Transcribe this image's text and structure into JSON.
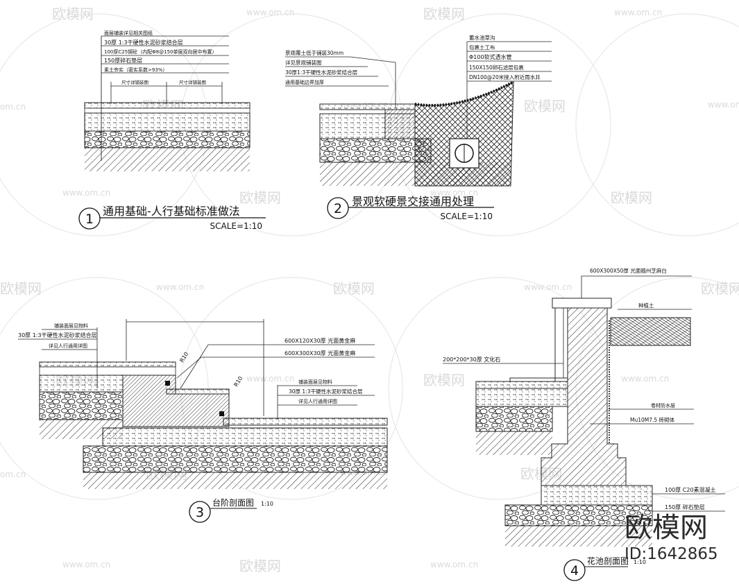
{
  "watermarks": {
    "site": "www.om.cn",
    "brand": "欧模网",
    "edge_text": "om.cn"
  },
  "brand_logo": {
    "name": "欧模网",
    "id_text": "ID:1642865"
  },
  "details": [
    {
      "number": "1",
      "title": "通用基础-人行基础标准做法",
      "scale": "SCALE=1:10",
      "labels": [
        "面层铺装详见相关图纸",
        "30厚 1:3干硬性水泥砂浆结合层",
        "100厚C25钢砼（内配Φ8@150单层双向居中布置）",
        "150厚碎石垫层",
        "素土夯实（密实系数>93%）"
      ],
      "dims": [
        "尺寸详铺装图",
        "尺寸详铺装图"
      ]
    },
    {
      "number": "2",
      "title": "景观软硬景交接通用处理",
      "scale": "SCALE=1:10",
      "labels_left": [
        "景观覆土低于铺装30mm",
        "详见景观铺装图",
        "30厚1:3干硬性水泥砂浆结合层",
        "通用基础边界加厚"
      ],
      "labels_right": [
        "蓄水池草沟",
        "包裹土工布",
        "Φ100软式透水管",
        "150X150卵石滤层包裹",
        "DN100@20米接入附近雨水井"
      ]
    },
    {
      "number": "3",
      "title": "台阶剖面图",
      "scale": "1:10",
      "labels_left": [
        "铺装面层见物料",
        "30厚 1:3干硬性水泥砂浆结合层",
        "详见人行通用详图"
      ],
      "labels_right": [
        "600X120X30厚  光面黄金麻",
        "600X300X30厚  光面黄金麻"
      ],
      "labels_mid": [
        "铺装面层见物料",
        "30厚 1:3干硬性水泥砂浆结合层",
        "详见人行通用详图"
      ],
      "radius_labels": [
        "R10",
        "R10"
      ]
    },
    {
      "number": "4",
      "title": "花池剖面图",
      "scale": "1:10",
      "labels": [
        "600X300X50厚  光面随州芝麻白",
        "种植土",
        "200*200*30厚  文化石",
        "卷材防水层",
        "Mu10M7.5  砖砌体",
        "100厚 C20素混凝土",
        "150厚  碎石垫层"
      ]
    }
  ]
}
